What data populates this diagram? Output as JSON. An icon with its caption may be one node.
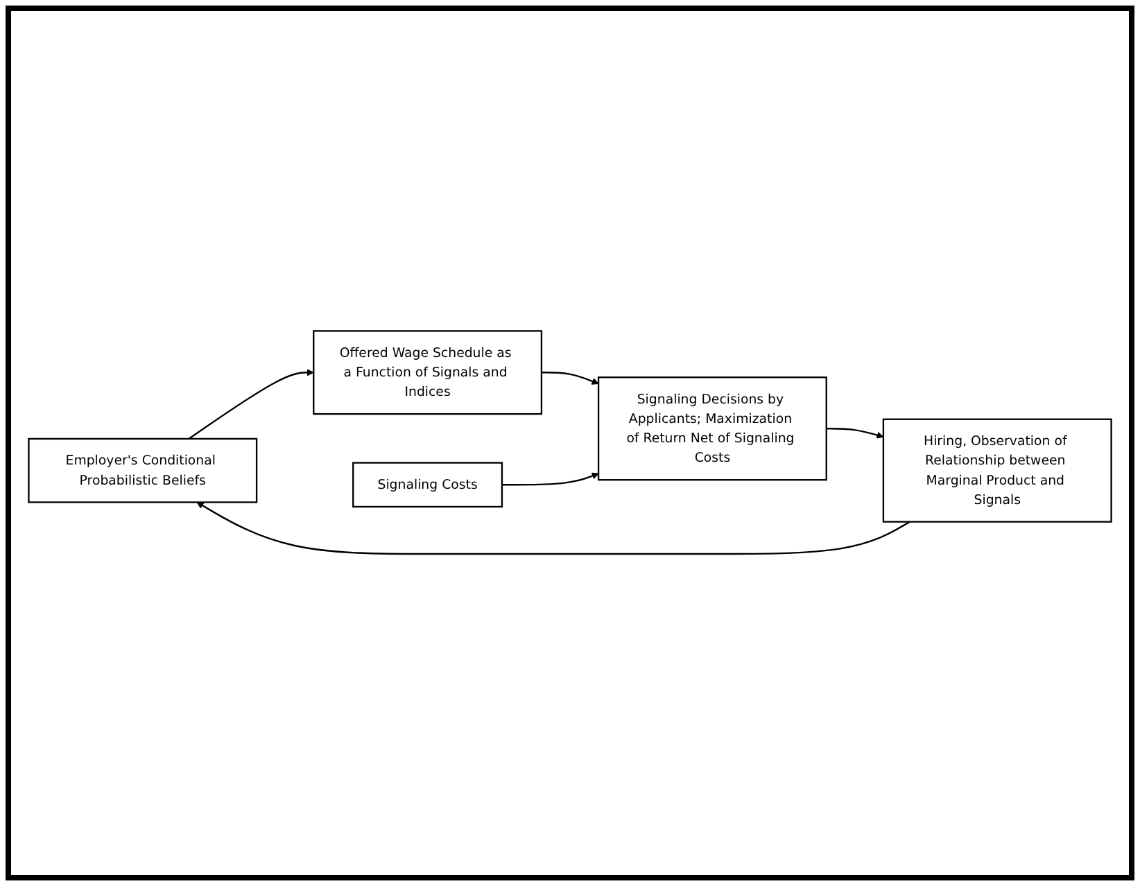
{
  "diagram": {
    "nodes": [
      {
        "text": [
          "Employer's Conditional Probabilistic Beliefs"
        ]
      },
      {
        "text": [
          "Offered Wage Schedule as a Function of Signals and Indices"
        ]
      },
      {
        "text": [
          "Hiring, Observation of Relationship between Marginal Product and Signals"
        ]
      },
      {
        "text": [
          "Signaling Decisions by Applicants; Maximization of Return Net of Signaling Costs"
        ]
      },
      {
        "text": [
          "Signaling Costs"
        ]
      }
    ],
    "edges": [
      {
        "from": 0,
        "to": 1,
        "arrow": "to"
      },
      {
        "from": 1,
        "to": 3,
        "arrow": "to"
      },
      {
        "from": 3,
        "to": 2,
        "arrow": "to"
      },
      {
        "from": 2,
        "to": 0,
        "arrow": "to"
      },
      {
        "from": 4,
        "to": 3,
        "arrow": "to"
      }
    ]
  }
}
